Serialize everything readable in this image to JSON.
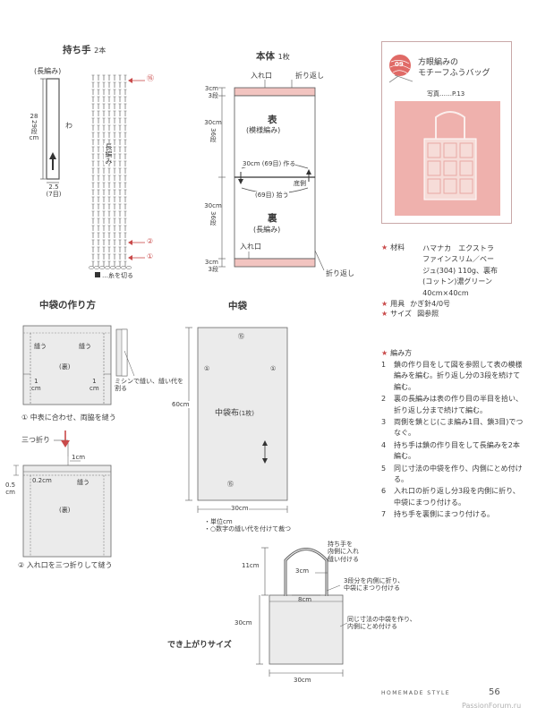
{
  "handle": {
    "title": "持ち手",
    "count": "2本",
    "stitch_label": "(長編み)",
    "dim_height": "28",
    "dim_rows": "29段",
    "dim_unit_h": "cm",
    "wa": "わ",
    "dim_width": "2.5",
    "dim_stitches": "(7目)",
    "chart_label": "長編み",
    "cut_note": "…糸を切る",
    "marker_top": "⑯",
    "marker_2": "②",
    "marker_1": "①"
  },
  "body": {
    "title": "本体",
    "count": "1枚",
    "opening_top": "入れ口",
    "fold_top": "折り返し",
    "dim_3cm_top": "3cm",
    "dim_3rows_top": "3段",
    "dim_30cm_1": "30cm",
    "dim_36rows_1": "36段",
    "front": "表",
    "front_stitch": "(模様編み)",
    "make_row": "30cm (69目) 作る",
    "bottom": "底側",
    "pick_row": "(69目) 拾う",
    "dim_30cm_2": "30cm",
    "dim_36rows_2": "36段",
    "back": "裏",
    "back_stitch": "(長編み)",
    "opening_bottom": "入れ口",
    "dim_3cm_bottom": "3cm",
    "dim_3rows_bottom": "3段",
    "fold_bottom": "折り返し"
  },
  "info": {
    "circle_text": "09",
    "title_line1": "方眼編みの",
    "title_line2": "モチーフふうバッグ",
    "photo_ref": "写真……P.13"
  },
  "materials": {
    "label": "材料",
    "lines": [
      "ハマナカ　エクストラ",
      "ファインスリム／ベー",
      "ジュ(304) 110g、裏布",
      "(コットン)濃グリーン",
      "40cm×40cm"
    ],
    "tools_label": "用具",
    "tools": "かぎ針4/0号",
    "size_label": "サイズ",
    "size": "図参照"
  },
  "instructions": {
    "heading": "編み方",
    "steps": [
      {
        "n": "1",
        "text": "鎖の作り目をして図を参照して表の模様編みを編む。折り返し分の3段を続けて編む。"
      },
      {
        "n": "2",
        "text": "裏の長編みは表の作り目の半目を拾い、折り返し分まで続けて編む。"
      },
      {
        "n": "3",
        "text": "両側を鎖とじ(こま編み1目、鎖3目)でつなぐ。"
      },
      {
        "n": "4",
        "text": "持ち手は鎖の作り目をして長編みを2本編む。"
      },
      {
        "n": "5",
        "text": "同じ寸法の中袋を作り、内側にとめ付ける。"
      },
      {
        "n": "6",
        "text": "入れ口の折り返し分3段を内側に折り、中袋にまつり付ける。"
      },
      {
        "n": "7",
        "text": "持ち手を裏側にまつり付ける。"
      }
    ]
  },
  "lining_howto": {
    "title": "中袋の作り方",
    "sew_left": "縫う",
    "sew_right": "縫う",
    "ura": "(裏)",
    "cm1_left": "1",
    "cm1_left_unit": "cm",
    "cm1_right": "1",
    "cm1_right_unit": "cm",
    "machine_note": "ミシンで縫い、縫い代を割る",
    "step1": "① 中表に合わせ、両脇を縫う",
    "tri_fold": "三つ折り",
    "dim_1cm": "1cm",
    "dim_02cm": "0.2cm",
    "sew3": "縫う",
    "dim_05": "0.5",
    "dim_05_unit": "cm",
    "ura2": "(裏)",
    "step2": "② 入れ口を三つ折りして縫う"
  },
  "lining": {
    "title": "中袋",
    "fabric": "中袋布",
    "count": "(1枚)",
    "height": "60cm",
    "width": "30cm",
    "m15_top": "⑮",
    "m1_left": "①",
    "m1_right": "①",
    "m15_bottom": "⑮",
    "note1": "・単位cm",
    "note2": "・○数字の縫い代を付けて裁つ"
  },
  "finished": {
    "title": "でき上がりサイズ",
    "handle_note1": "持ち手を",
    "handle_note2": "内側に入れ",
    "handle_note3": "縫い付ける",
    "dim_11": "11cm",
    "dim_3": "3cm",
    "dim_8": "8cm",
    "fold_note1": "3段分を内側に折り、",
    "fold_note2": "中袋にまつり付ける",
    "dim_30h": "30cm",
    "lining_note1": "同じ寸法の中袋を作り、",
    "lining_note2": "内側にとめ付ける",
    "dim_30w": "30cm"
  },
  "footer": {
    "brand": "HOMEMADE STYLE",
    "page": "56",
    "watermark": "PassionForum.ru"
  }
}
